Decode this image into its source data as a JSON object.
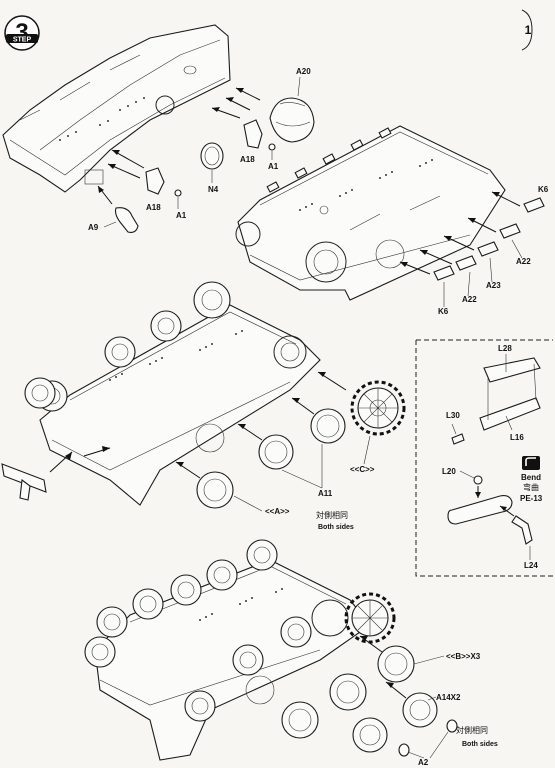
{
  "step": {
    "badge_label": "STEP",
    "number": "3"
  },
  "page_number": "1",
  "parts": {
    "a20": "A20",
    "a18_upper": "A18",
    "a1_upper": "A1",
    "n4": "N4",
    "a18_lower": "A18",
    "a1_lower": "A1",
    "a9": "A9",
    "k6_right": "K6",
    "a22_right": "A22",
    "a23": "A23",
    "a22_lower": "A22",
    "k6_lower": "K6",
    "a11": "A11",
    "a14x2": "A14X2",
    "a2": "A2"
  },
  "subassemblies": {
    "a_label": "<<A>>",
    "c_label": "<<C>>",
    "b_label": "<<B>>X3"
  },
  "notes": {
    "both_sides_cn_1": "対側相同",
    "both_sides_en_1": "Both sides",
    "both_sides_cn_2": "対側相同",
    "both_sides_en_2": "Both sides"
  },
  "inset": {
    "l28": "L28",
    "l30": "L30",
    "l16": "L16",
    "l20": "L20",
    "pe13": "PE-13",
    "l24": "L24",
    "bend_en": "Bend",
    "bend_cn": "弯曲"
  },
  "colors": {
    "ink": "#111111",
    "paper": "#f7f6f3"
  }
}
